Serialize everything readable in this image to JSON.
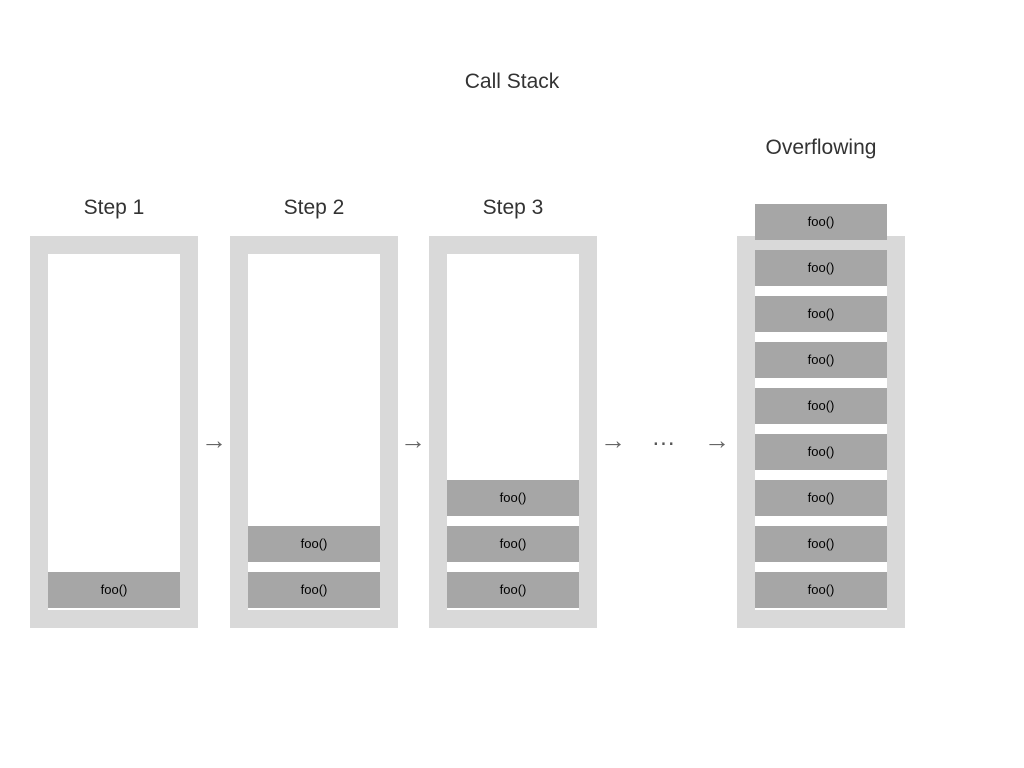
{
  "diagram": {
    "title": "Call Stack",
    "background_color": "#ffffff",
    "container_color": "#d9d9d9",
    "frame_color": "#a6a6a6",
    "text_color": "#333333",
    "arrow_glyph": "→",
    "ellipsis": "...",
    "columns": [
      {
        "id": "step-1",
        "label": "Step 1",
        "frames": [
          "foo()"
        ],
        "frame_count": 1,
        "overflowing": false
      },
      {
        "id": "step-2",
        "label": "Step 2",
        "frames": [
          "foo()",
          "foo()"
        ],
        "frame_count": 2,
        "overflowing": false
      },
      {
        "id": "step-3",
        "label": "Step 3",
        "frames": [
          "foo()",
          "foo()",
          "foo()"
        ],
        "frame_count": 3,
        "overflowing": false
      },
      {
        "id": "overflowing",
        "label": "Overflowing",
        "frames": [
          "foo()",
          "foo()",
          "foo()",
          "foo()",
          "foo()",
          "foo()",
          "foo()",
          "foo()",
          "foo()"
        ],
        "frame_count": 9,
        "overflowing": true
      }
    ],
    "connectors": [
      {
        "id": "arrow-1-2",
        "glyph": "→"
      },
      {
        "id": "arrow-2-3",
        "glyph": "→"
      },
      {
        "id": "arrow-3-dots",
        "glyph": "→"
      },
      {
        "id": "ellipsis",
        "glyph": "..."
      },
      {
        "id": "arrow-dots-overflow",
        "glyph": "→"
      }
    ]
  }
}
